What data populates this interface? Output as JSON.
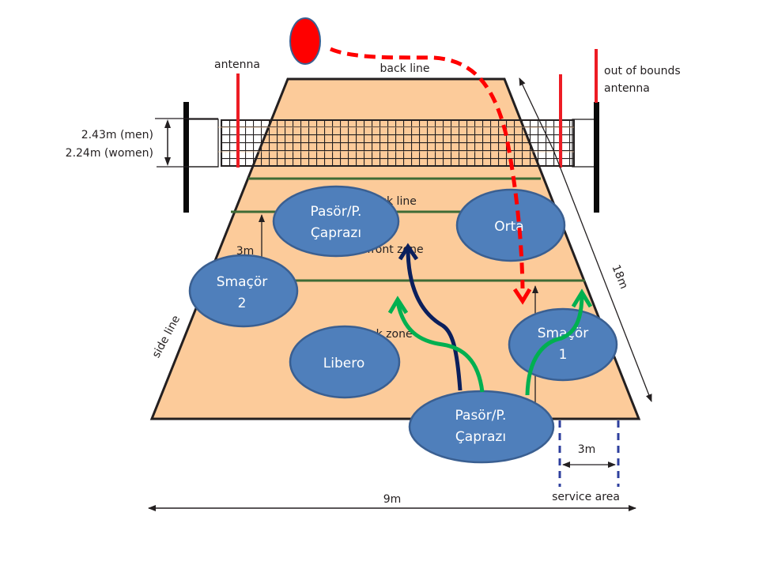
{
  "title": "Volleyball court diagram with player positions",
  "colors": {
    "court": "#fccb9a",
    "court_border": "#231f20",
    "court_lines": "#3e6b35",
    "player_fill": "#4f7fbb",
    "player_stroke": "#3a5f91",
    "ball": "#ff0000",
    "ball_path": "#ff0000",
    "setter_path": "#0b1f5c",
    "hitter_path": "#00b050",
    "antenna": "#ed1c24",
    "post": "#0a0a0a",
    "service_area": "#2e3f9e"
  },
  "labels": {
    "antenna": "antenna",
    "out_of_bounds_1": "out of bounds",
    "out_of_bounds_2": "antenna",
    "back_line": "back line",
    "net_height_men": "2.43m (men)",
    "net_height_women": "2.24m (women)",
    "attack_line": "attack line",
    "front_zone": "front zone",
    "back_zone": "back zone",
    "three_m_left": "3m",
    "side_line": "side line",
    "length": "18m",
    "width": "9m",
    "service_width": "3m",
    "service_area": "service area"
  },
  "players": [
    {
      "id": "setter-front",
      "line1": "Pasör/P.",
      "line2": "Çaprazı"
    },
    {
      "id": "middle",
      "line1": "Orta",
      "line2": ""
    },
    {
      "id": "hitter-2",
      "line1": "Smaçör",
      "line2": "2"
    },
    {
      "id": "libero",
      "line1": "Libero",
      "line2": ""
    },
    {
      "id": "hitter-1",
      "line1": "Smaçör",
      "line2": "1"
    },
    {
      "id": "setter-back",
      "line1": "Pasör/P.",
      "line2": "Çaprazı"
    }
  ]
}
